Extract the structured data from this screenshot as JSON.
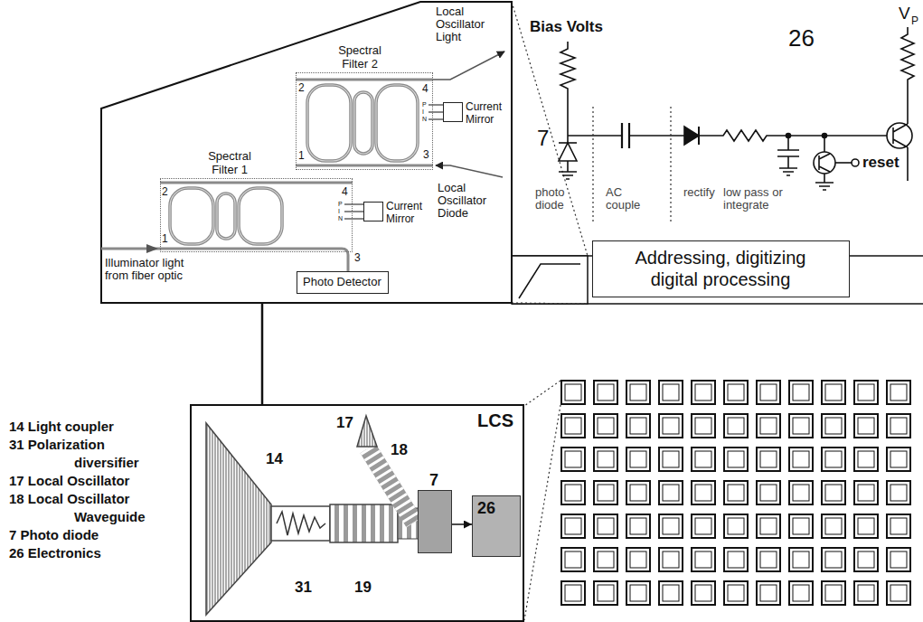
{
  "diagram": {
    "nodes": [
      {
        "text": [
          "Spectral Filter 2"
        ]
      },
      {
        "text": [
          "Current Mirror"
        ]
      },
      {
        "text": [
          "Spectral Filter 1"
        ]
      },
      {
        "text": [
          "Current Mirror"
        ]
      },
      {
        "text": [
          "Photo Detector"
        ]
      },
      {
        "text": [
          "Addressing, digitizing digital processing"
        ]
      },
      {
        "text": [
          "LCS"
        ]
      },
      {
        "text": [
          "7"
        ],
        "in": 6
      },
      {
        "text": [
          "26"
        ],
        "in": 6
      }
    ],
    "edges": [
      {
        "from": 7,
        "to": 8,
        "arrow": "to"
      }
    ],
    "labels": [
      "Local Oscillator Light",
      "2",
      "4",
      "P",
      "I",
      "N",
      "1",
      "3",
      "Local Oscillator Diode",
      "2",
      "P",
      "I",
      "N",
      "4",
      "1",
      "3",
      "Illuminator light from fiber optic",
      "Bias Volts",
      "26",
      "7",
      "V",
      "P",
      "reset",
      "photo diode",
      "AC couple",
      "rectify",
      "low pass or integrate",
      "14 Light coupler",
      "31 Polarization diversifier",
      "17 Local Oscillator",
      "18 Local Oscillator Waveguide",
      "7 Photo diode",
      "26 Electronics",
      "14",
      "17",
      "18",
      "31",
      "19"
    ]
  }
}
